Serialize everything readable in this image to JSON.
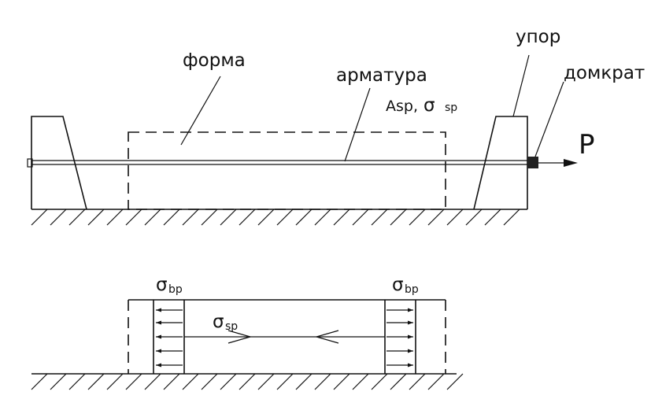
{
  "top": {
    "label_form": "форма",
    "label_rebar": "арматура",
    "label_area": "Asp,",
    "label_sigma": "σ",
    "label_sigma_sub": "sp",
    "label_stop": "упор",
    "label_jack": "домкрат",
    "label_force": "P"
  },
  "bottom": {
    "left_sigma": "σ",
    "left_sigma_sub": "bp",
    "right_sigma": "σ",
    "right_sigma_sub": "bp",
    "center_sigma": "σ",
    "center_sigma_sub": "sp"
  }
}
